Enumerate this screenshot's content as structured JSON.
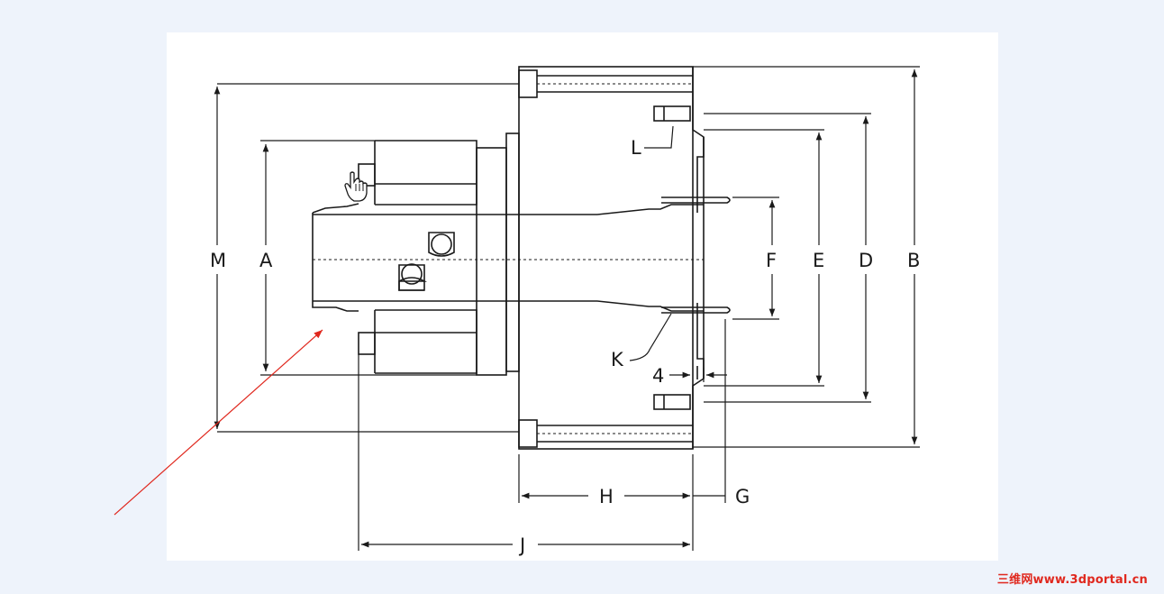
{
  "diagram": {
    "labels": {
      "M": "M",
      "A": "A",
      "F": "F",
      "E": "E",
      "D": "D",
      "B": "B",
      "L": "L",
      "K": "K",
      "four": "4",
      "H": "H",
      "G": "G",
      "J": "J"
    },
    "colors": {
      "line": "#1a1a1a",
      "annotation_arrow": "#e0281e"
    },
    "cursor_icon": "hand-pointer-icon"
  },
  "watermark": "三维网www.3dportal.cn"
}
